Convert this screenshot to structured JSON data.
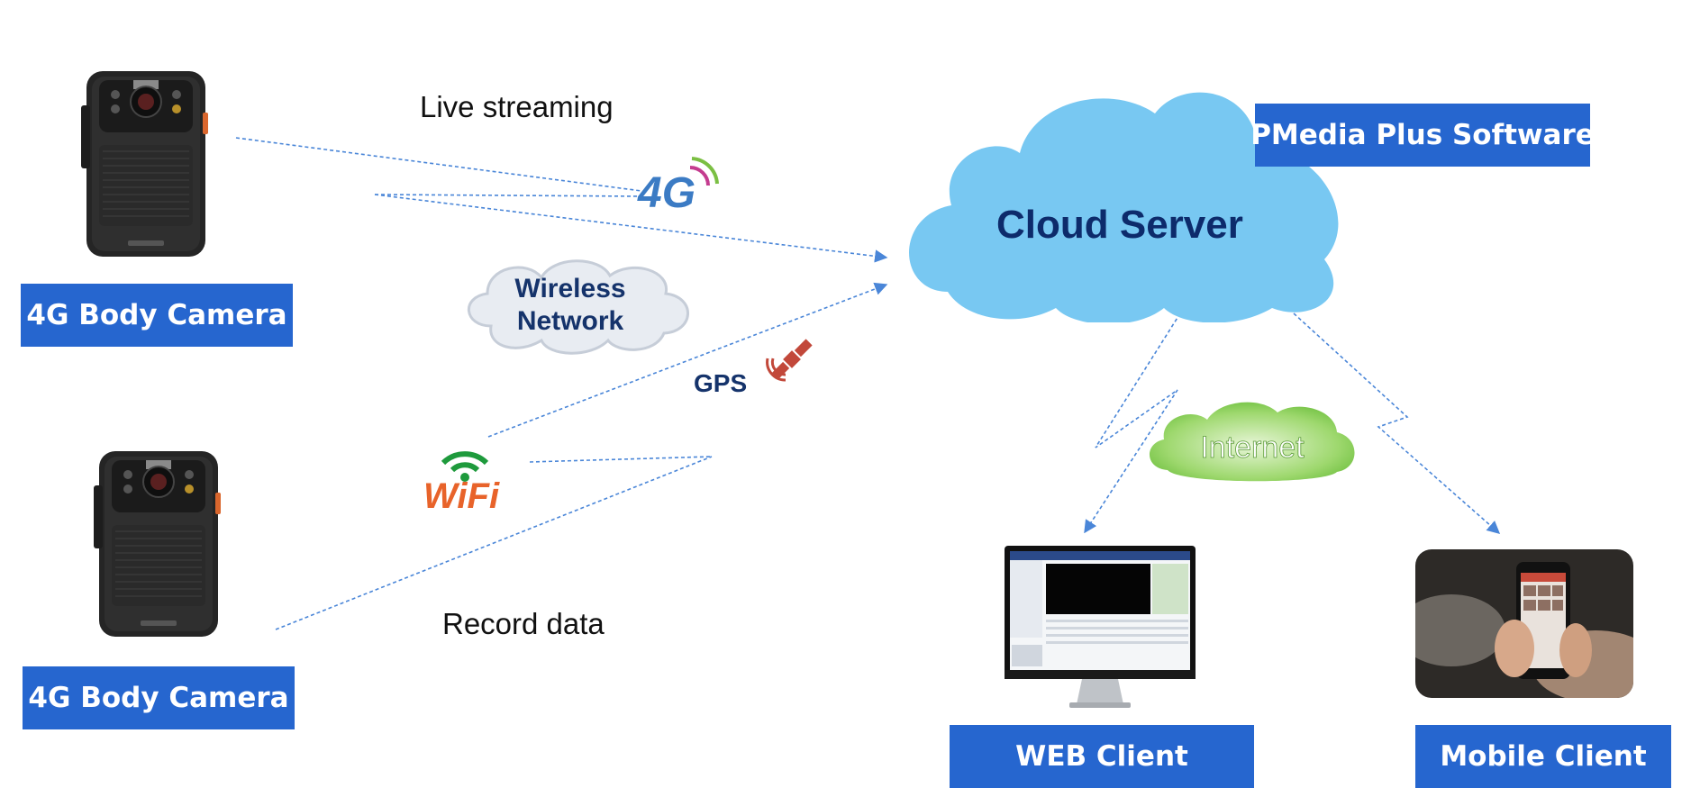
{
  "nodes": {
    "camera_top": {
      "label": "4G Body Camera"
    },
    "camera_bottom": {
      "label": "4G Body Camera"
    },
    "cloud_server": {
      "label": "Cloud Server"
    },
    "software": {
      "label": "PMedia Plus Software"
    },
    "web_client": {
      "label": "WEB Client"
    },
    "mobile_client": {
      "label": "Mobile Client"
    }
  },
  "annotations": {
    "live_streaming": "Live streaming",
    "record_data": "Record data",
    "wireless_line1": "Wireless",
    "wireless_line2": "Network",
    "gps": "GPS",
    "internet": "Internet",
    "logo_4g": "4G",
    "logo_wifi": "WiFi"
  },
  "colors": {
    "label_bg": "#2666cf",
    "cloud": "#78c8f2",
    "cloud_text": "#0d2b6b",
    "connector": "#4a86d8",
    "internet_cloud": "#7ccf4e",
    "satellite": "#c2483a"
  },
  "icons": [
    "body-camera-icon",
    "4g-icon",
    "wifi-icon",
    "satellite-icon",
    "monitor-icon",
    "smartphone-icon"
  ]
}
